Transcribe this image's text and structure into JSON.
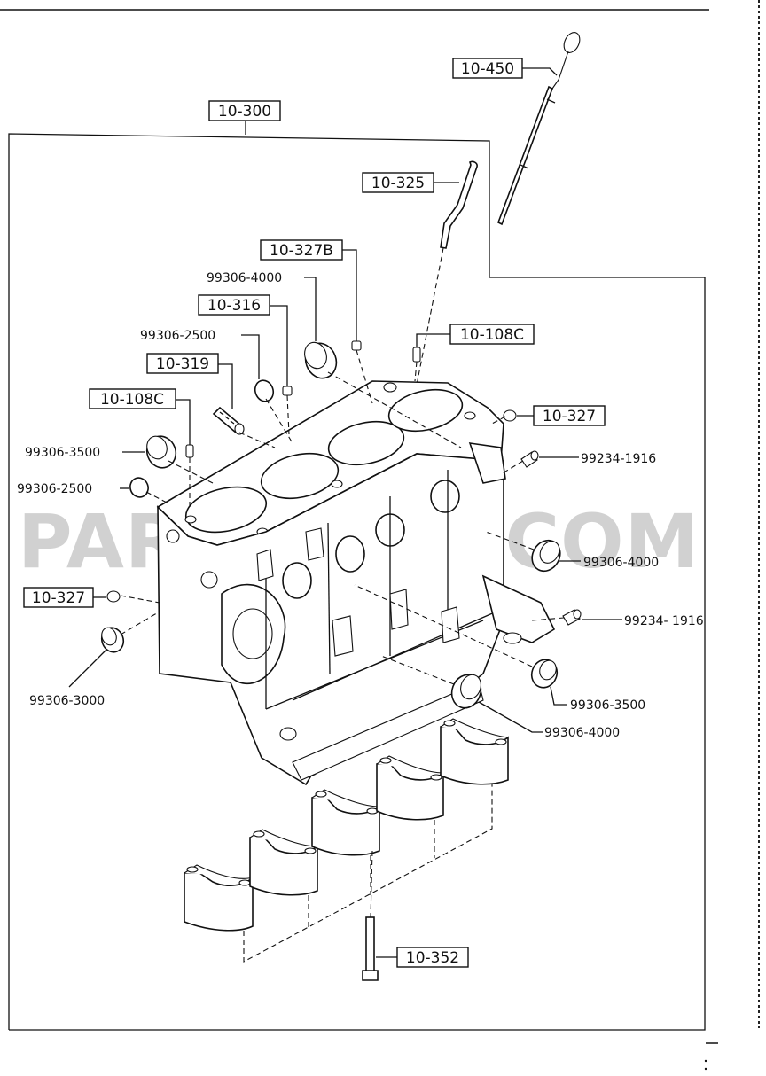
{
  "watermark": "PARTSOUQ.COM",
  "boxed_labels": {
    "dipstick": "10-450",
    "cylinder_block": "10-300",
    "dipstick_tube": "10-325",
    "plug_b": "10-327B",
    "plug_316": "10-316",
    "knock_pin_top": "10-108C",
    "stud_319": "10-319",
    "knock_pin_left": "10-108C",
    "plug_right": "10-327",
    "plug_left": "10-327",
    "bolt_352": "10-352"
  },
  "part_numbers": {
    "cap_top": "99306-4000",
    "cap_2500_upper": "99306-2500",
    "cap_3500_left": "99306-3500",
    "cap_2500_left": "99306-2500",
    "plug_1916_upper": "99234-1916",
    "cap_4000_right": "99306-4000",
    "plug_1916_lower": "99234- 1916",
    "cap_3000_left": "99306-3000",
    "cap_3500_right": "99306-3500",
    "cap_4000_bottom": "99306-4000"
  }
}
